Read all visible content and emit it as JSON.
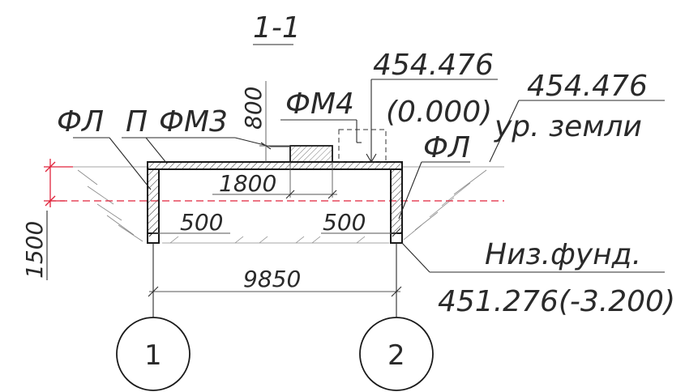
{
  "section": {
    "title": "1-1"
  },
  "elevations": {
    "top_value": "454.476",
    "top_relative": "(0.000)",
    "ground_value": "454.476",
    "ground_label": "ур. земли",
    "bottom_label": "Низ.фунд.",
    "bottom_value": "451.276(-3.200)"
  },
  "labels": {
    "fl_left": "ФЛ",
    "p": "П",
    "fm3": "ФМ3",
    "fm4": "ФМ4",
    "fl_right": "ФЛ"
  },
  "dimensions": {
    "d800": "800",
    "d1800": "1800",
    "d500_left": "500",
    "d500_right": "500",
    "d1500": "1500",
    "d9850": "9850"
  },
  "axes": {
    "axis1": "1",
    "axis2": "2"
  },
  "colors": {
    "line": "#1a1a1a",
    "accent_red": "#e0233b",
    "background": "#ffffff"
  }
}
